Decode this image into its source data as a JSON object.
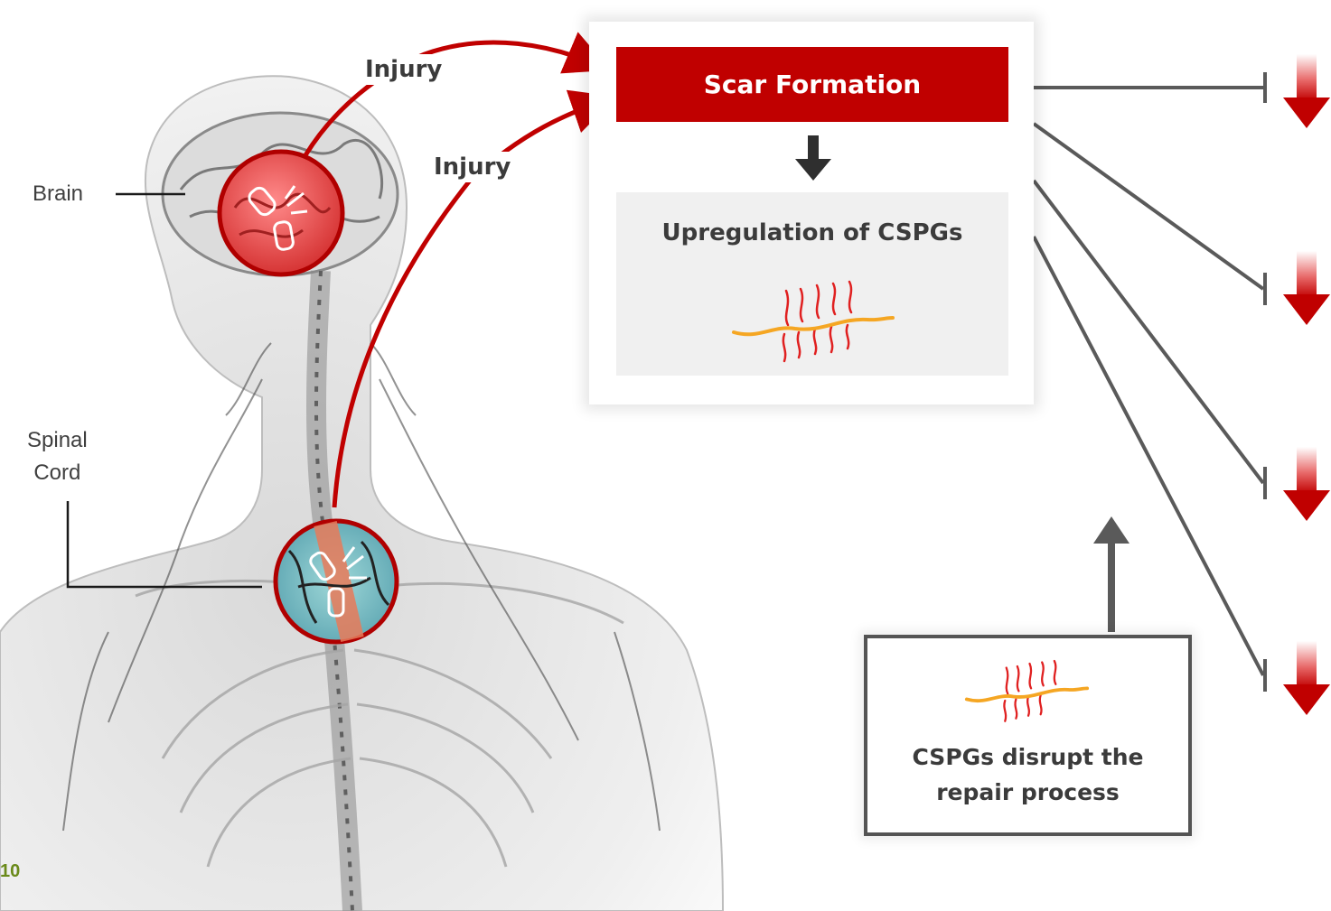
{
  "labels": {
    "injury_brain": "Injury",
    "injury_spine": "Injury",
    "brain": "Brain",
    "spinal_cord": "Spinal\nCord"
  },
  "flow": {
    "scar_formation": "Scar Formation",
    "upregulation": "Upregulation of CSPGs"
  },
  "disrupt": {
    "text": "CSPGs disrupt the\nrepair process"
  },
  "page_number": "10",
  "colors": {
    "accent_red": "#c00000",
    "connector_gray": "#5a5a5a",
    "cspg_core": "#f5a623",
    "cspg_chains": "#e02020"
  },
  "icons": [
    "brain-injury-icon",
    "spine-injury-icon",
    "cspg-molecule-icon",
    "red-down-arrow-icon"
  ]
}
